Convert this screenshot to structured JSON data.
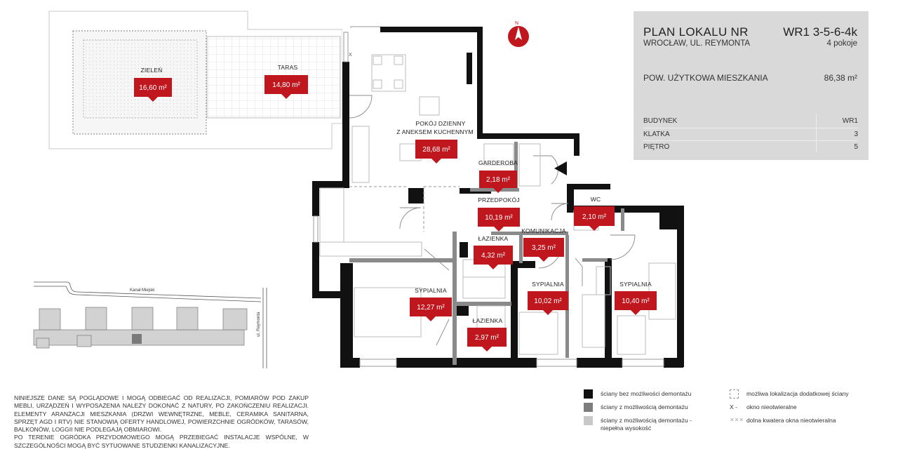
{
  "info": {
    "title": "PLAN LOKALU NR",
    "code": "WR1 3-5-6-4k",
    "address": "WROCŁAW, UL. REYMONTA",
    "rooms_count": "4 pokoje",
    "usable_area_label": "POW. UŻYTKOWA MIESZKANIA",
    "usable_area_value": "86,38 m²",
    "details": [
      {
        "key": "BUDYNEK",
        "value": "WR1"
      },
      {
        "key": "KLATKA",
        "value": "3"
      },
      {
        "key": "PIĘTRO",
        "value": "5"
      }
    ]
  },
  "rooms": [
    {
      "name": "ZIELEŃ",
      "area": "16,60 m²"
    },
    {
      "name": "TARAS",
      "area": "14,80 m²"
    },
    {
      "name_line1": "POKÓJ DZIENNY",
      "name_line2": "Z ANEKSEM KUCHENNYM",
      "area": "28,68 m²"
    },
    {
      "name": "GARDEROBA",
      "area": "2,18 m²"
    },
    {
      "name": "PRZEDPOKÓJ",
      "area": "10,19 m²"
    },
    {
      "name": "WC",
      "area": "2,10 m²"
    },
    {
      "name": "KOMUNIKACJA",
      "area": "3,25 m²"
    },
    {
      "name": "ŁAZIENKA",
      "area": "4,32 m²"
    },
    {
      "name": "SYPIALNIA",
      "area": "12,27 m²"
    },
    {
      "name": "ŁAZIENKA",
      "area": "2,97 m²"
    },
    {
      "name": "SYPIALNIA",
      "area": "10,02 m²"
    },
    {
      "name": "SYPIALNIA",
      "area": "10,40 m²"
    }
  ],
  "compass_label": "N",
  "window_mark": "X",
  "site_map": {
    "canal_label": "Kanał Miejski",
    "street_label": "ul. Reymonta"
  },
  "disclaimer": "NINIEJSZE DANE SĄ POGLĄDOWE I MOGĄ ODBIEGAĆ OD REALIZACJI, POMIARÓW POD ZAKUP MEBLI, URZĄDZEŃ I WYPOSAŻENIA NALEŻY DOKONAĆ Z NATURY, PO ZAKOŃCZENIU REALIZACJI. ELEMENTY ARANŻACJI MIESZKANIA (DRZWI WEWNĘTRZNE, MEBLE, CERAMIKA SANITARNA, SPRZĘT AGD I RTV) NIE STANOWIĄ OFERTY HANDLOWEJ, POWIERZCHNIE OGRÓDKÓW, TARASÓW, BALKONÓW, LOGGII NIE PODLEGAJĄ OBMIAROWI.\nPO TERENIE OGRÓDKA PRZYDOMOWEGO MOGĄ PRZEBIEGAĆ INSTALACJE WSPÓLNE, W SZCZEGÓLNOŚCI MOGĄ BYĆ SYTUOWANE STUDZIENKI KANALIZACYJNE.",
  "legend": [
    {
      "text": "ściany bez możliwości demontażu"
    },
    {
      "text": "ściany z możliwością demontażu"
    },
    {
      "text": "ściany z możliwością demontażu -\nniepełna wysokość"
    },
    {
      "text": "możliwa lokalizacja dodatkowej ściany"
    },
    {
      "text": "okno nieotwieralne",
      "symbol": "X -"
    },
    {
      "text": "dolna kwatera okna nieotwieralna"
    }
  ],
  "colors": {
    "area_badge": "#c0171f",
    "wall": "#111111",
    "panel_bg": "#d9d9d9",
    "compass": "#c0171f"
  }
}
